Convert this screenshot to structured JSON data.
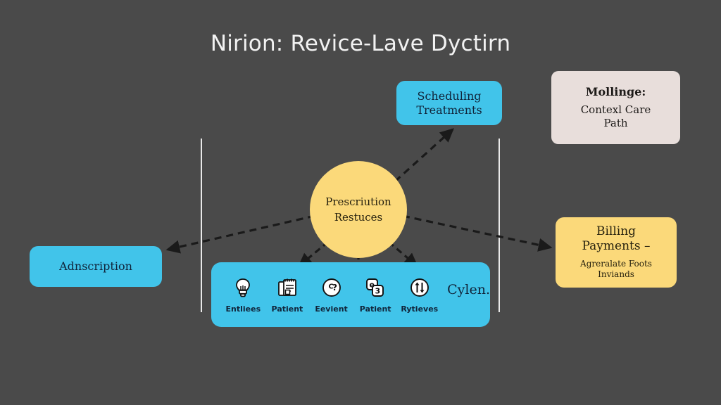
{
  "title": "Nirion: Revice-Lave Dyctirn",
  "background_color": "#4a4a4a",
  "colors": {
    "cyan": "#41c4ea",
    "yellow": "#fbd97a",
    "beige": "#e8dedb",
    "line": "#e9e9e9",
    "arrow": "#1a1a1a",
    "title_text": "#f2f2f2",
    "node_text": "#10243a"
  },
  "center_node": {
    "line1": "Prescriution",
    "line2": "Restuces"
  },
  "nodes": {
    "scheduling": {
      "line1": "Scheduling",
      "line2": "Treatments"
    },
    "mollinge": {
      "header": "Mollinge:",
      "line1": "Contexl Care",
      "line2": "Path"
    },
    "billing": {
      "line1": "Billing",
      "line2": "Payments –",
      "sub1": "Agreralate Foots",
      "sub2": "Inviands"
    },
    "adnscription": {
      "label": "Adnscription"
    }
  },
  "icon_bar": {
    "trailing_text": "Cylen.",
    "items": [
      {
        "icon": "lightbulb-icon",
        "label": "Entliees"
      },
      {
        "icon": "clipboard-icon",
        "label": "Patient"
      },
      {
        "icon": "question-circle-icon",
        "label": "Eevient"
      },
      {
        "icon": "blocks-icon",
        "label": "Patient"
      },
      {
        "icon": "up-down-arrows-circle-icon",
        "label": "Rytieves"
      }
    ]
  },
  "connectors": [
    {
      "name": "center-to-scheduling",
      "style": "dashed",
      "arrow": "end"
    },
    {
      "name": "center-to-adnscription",
      "style": "dashed",
      "arrow": "end"
    },
    {
      "name": "center-to-billing",
      "style": "dashed",
      "arrow": "end"
    },
    {
      "name": "center-to-iconbar-left",
      "style": "dashed",
      "arrow": "end"
    },
    {
      "name": "center-to-iconbar-mid",
      "style": "dashed",
      "arrow": "end"
    },
    {
      "name": "center-to-iconbar-right",
      "style": "dashed",
      "arrow": "end"
    }
  ]
}
